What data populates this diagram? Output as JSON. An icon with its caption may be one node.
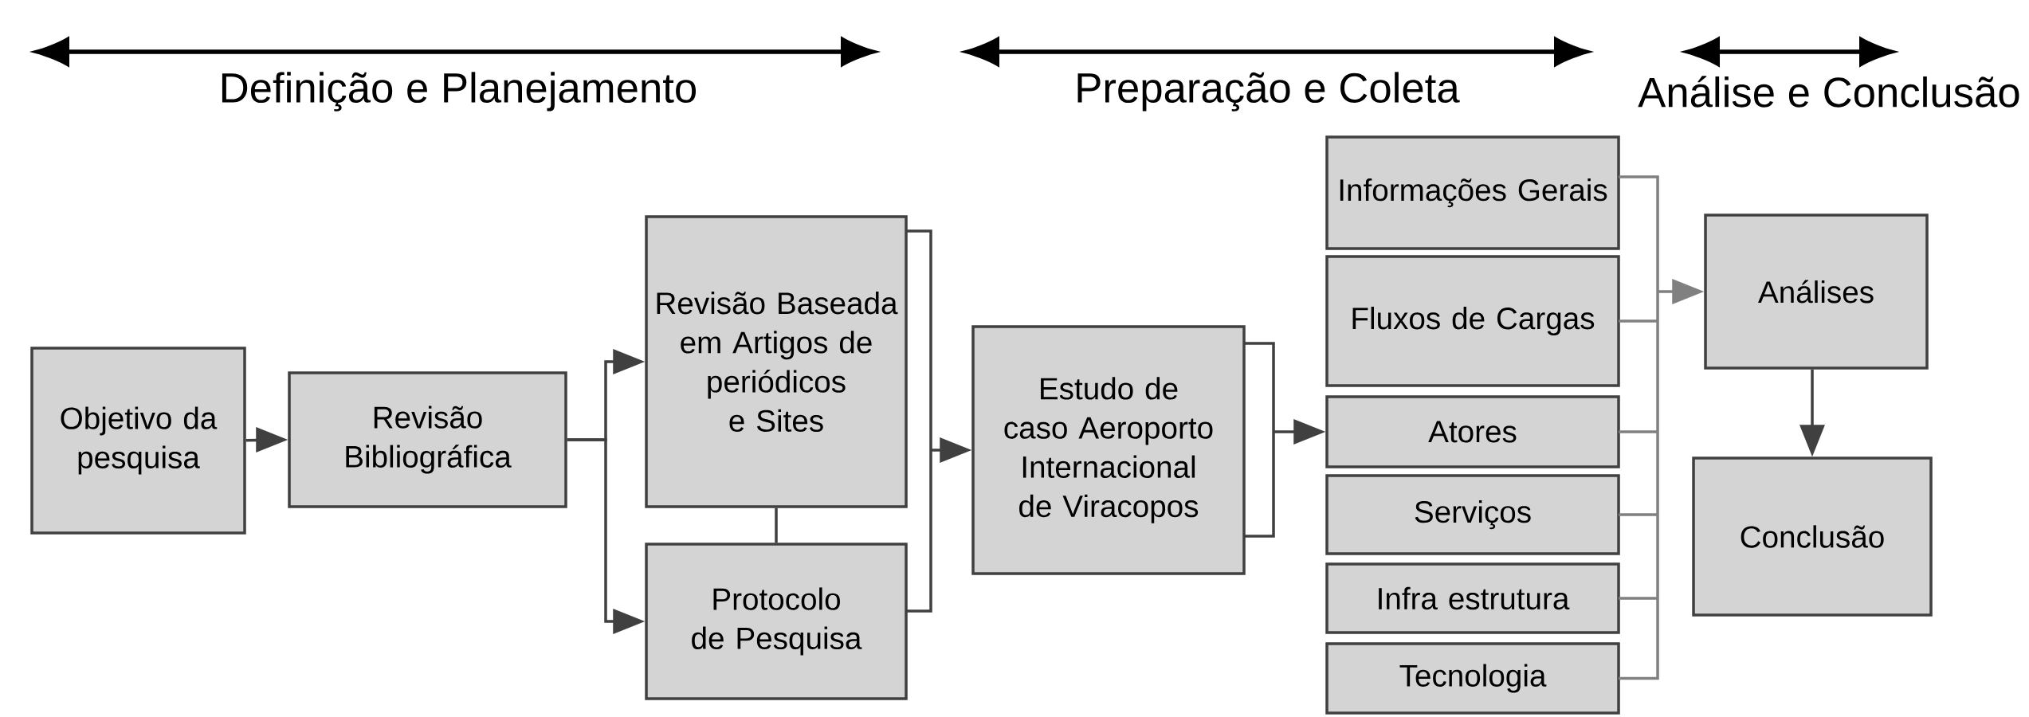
{
  "diagram": {
    "nodes": [
      {
        "text": [
          "Objetivo da pesquisa"
        ]
      },
      {
        "text": [
          "Revisão Bibliográfica"
        ]
      },
      {
        "text": [
          "Revisão Baseada em Artigos de periódicos e Sites"
        ]
      },
      {
        "text": [
          "Protocolo de Pesquisa"
        ]
      },
      {
        "text": [
          "Estudo de caso Aeroporto Internacional de Viracopos"
        ]
      },
      {
        "text": [
          "Informações Gerais"
        ]
      },
      {
        "text": [
          "Fluxos de Cargas"
        ]
      },
      {
        "text": [
          "Atores"
        ]
      },
      {
        "text": [
          "Serviços"
        ]
      },
      {
        "text": [
          "Infra estrutura"
        ]
      },
      {
        "text": [
          "Tecnologia"
        ]
      },
      {
        "text": [
          "Análises"
        ]
      },
      {
        "text": [
          "Conclusão"
        ]
      }
    ],
    "edges": [
      {
        "from": 0,
        "to": 1,
        "arrow": "to"
      },
      {
        "from": 1,
        "to": 2,
        "arrow": "to"
      },
      {
        "from": 1,
        "to": 3,
        "arrow": "to"
      },
      {
        "from": 2,
        "to": 3,
        "arrow": "none"
      },
      {
        "from": 2,
        "to": 4,
        "arrow": "to"
      },
      {
        "from": 3,
        "to": 4,
        "arrow": "to"
      },
      {
        "from": 4,
        "to": 7,
        "arrow": "to"
      },
      {
        "from": 5,
        "to": 11,
        "arrow": "to"
      },
      {
        "from": 6,
        "to": 11,
        "arrow": "to"
      },
      {
        "from": 7,
        "to": 11,
        "arrow": "to"
      },
      {
        "from": 8,
        "to": 11,
        "arrow": "to"
      },
      {
        "from": 9,
        "to": 11,
        "arrow": "to"
      },
      {
        "from": 10,
        "to": 11,
        "arrow": "to"
      },
      {
        "from": 11,
        "to": 12,
        "arrow": "to"
      }
    ],
    "labels": [
      "Definição e Planejamento",
      "Preparação e Coleta",
      "Análise e Conclusão"
    ]
  }
}
